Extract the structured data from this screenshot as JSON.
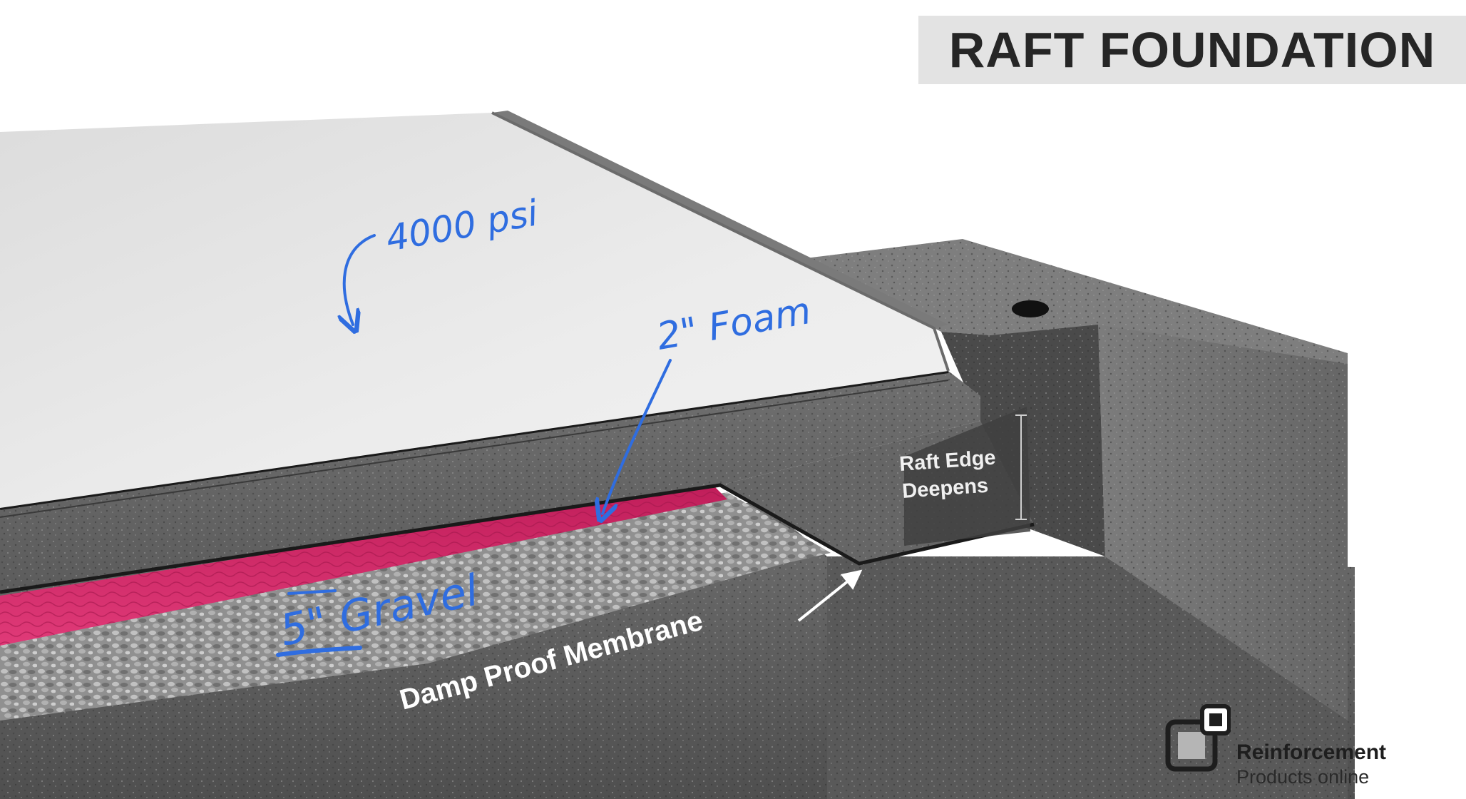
{
  "title": "RAFT FOUNDATION",
  "annotations": {
    "concrete_strength": "4000 psi",
    "foam_thickness": "2\" Foam",
    "gravel_depth": "5\" Gravel"
  },
  "labels": {
    "membrane": "Damp Proof Membrane",
    "edge_line1": "Raft Edge",
    "edge_line2": "Deepens"
  },
  "logo": {
    "name": "Reinforcement",
    "tagline": "Products online"
  },
  "colors": {
    "annotation_blue": "#2f6de0",
    "foam_pink": "#c8215f",
    "concrete": "#e6e6e6",
    "soil": "#6a6a6a"
  }
}
